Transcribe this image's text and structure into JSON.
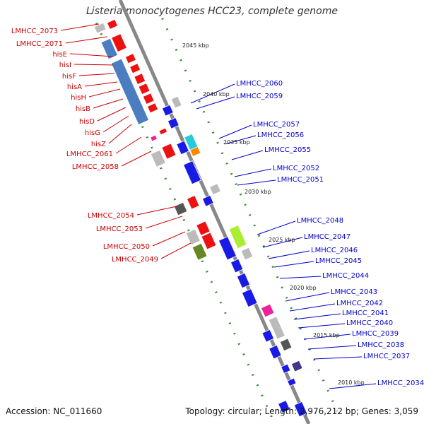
{
  "title": "Listeria monocytogenes HCC23, complete genome",
  "accession_text": "Accession: NC_011660",
  "summary_text": "Topology: circular; Length: 2,976,212 bp; Genes: 3,059",
  "colors": {
    "backbone": "#888888",
    "ruler": "#2e8b2e",
    "label_left": "#cc0000",
    "label_right": "#0000cc",
    "gene_red": "#ee1111",
    "gene_blue": "#1a1ae6",
    "gene_steel": "#4a7ec0",
    "gene_gray": "#bbbbbb",
    "gene_dark": "#555555",
    "gene_cyan": "#22ccdd",
    "gene_orange": "#ff8800",
    "gene_lime": "#aaee33",
    "gene_olive": "#668822",
    "gene_magenta": "#ee2299",
    "gene_navy": "#443388"
  },
  "kbp_ticks": [
    "2045 kbp",
    "2040 kbp",
    "2035 kbp",
    "2030 kbp",
    "2025 kbp",
    "2020 kbp",
    "2015 kbp",
    "2010 kbp"
  ],
  "left_labels": [
    "LMHCC_2073",
    "LMHCC_2071",
    "hisE",
    "hisI",
    "hisF",
    "hisA",
    "hisH",
    "hisB",
    "hisD",
    "hisG",
    "hisZ",
    "LMHCC_2061",
    "LMHCC_2058",
    "LMHCC_2054",
    "LMHCC_2053",
    "LMHCC_2050",
    "LMHCC_2049"
  ],
  "right_labels": [
    "LMHCC_2060",
    "LMHCC_2059",
    "LMHCC_2057",
    "LMHCC_2056",
    "LMHCC_2055",
    "LMHCC_2052",
    "LMHCC_2051",
    "LMHCC_2048",
    "LMHCC_2047",
    "LMHCC_2046",
    "LMHCC_2045",
    "LMHCC_2044",
    "LMHCC_2043",
    "LMHCC_2042",
    "LMHCC_2041",
    "LMHCC_2040",
    "LMHCC_2039",
    "LMHCC_2038",
    "LMHCC_2037",
    "LMHCC_2034"
  ]
}
